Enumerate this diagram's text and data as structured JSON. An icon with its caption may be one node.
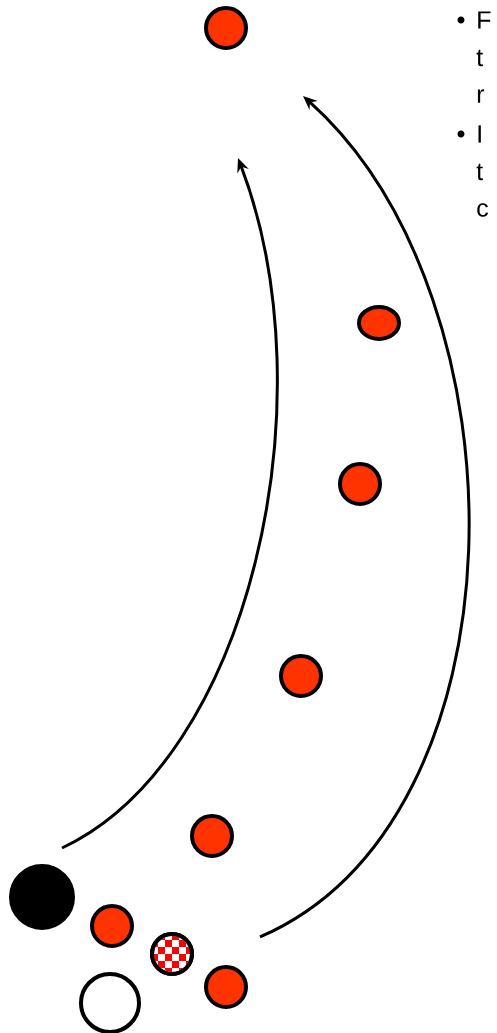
{
  "diagram": {
    "nodes": [
      {
        "text": [],
        "shape": "circle"
      },
      {
        "text": [],
        "shape": "circle"
      },
      {
        "text": [],
        "shape": "circle"
      },
      {
        "text": [],
        "shape": "circle"
      },
      {
        "text": [],
        "shape": "circle"
      },
      {
        "text": [],
        "shape": "circle"
      },
      {
        "text": [],
        "shape": "circle"
      },
      {
        "text": [],
        "shape": "circle"
      },
      {
        "text": [],
        "shape": "circle"
      },
      {
        "text": [],
        "shape": "circle"
      }
    ],
    "labels": [
      "F",
      "t",
      "r",
      "I",
      "t",
      "c"
    ]
  }
}
